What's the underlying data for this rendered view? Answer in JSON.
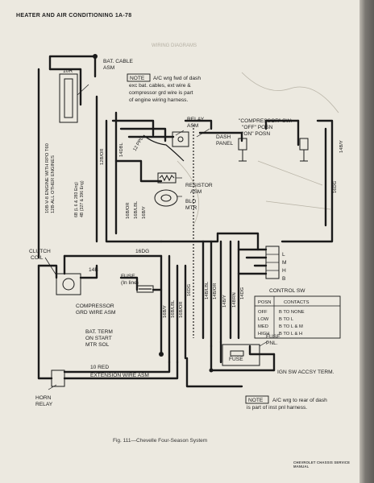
{
  "header": {
    "title": "HEATER AND AIR CONDITIONING  1A-78"
  },
  "caption": "Fig. 111—Chevelle Four-Season System",
  "footer": {
    "manual": "CHEVROLET CHASSIS SERVICE MANUAL"
  },
  "labels": {
    "wire_10r": "10R",
    "bat_cable_1": "BAT. CABLE",
    "bat_cable_2": "ASM",
    "engine_1": "10B-V-8 ENGINE WITH RPO T60",
    "engine_2": "12B-ALL OTHER ENGINES",
    "engine_3": "6B (L 6 & 283 Eng)",
    "engine_4": "4B (327 & 396 Eng)",
    "relay_1": "RELAY",
    "relay_2": "ASM",
    "dash_1": "DASH",
    "dash_2": "PANEL",
    "comp_sw_1": "\"COMPRESSOR\" SW:",
    "comp_sw_2": "\"OFF\" POSN",
    "comp_sw_3": "\"ON\" POSN",
    "w_12b_or": "12B/OR",
    "w_14dbl": "14DBL",
    "w_16b_or": "16B/OR",
    "w_16b_lbl": "16B/LBL",
    "w_16b_y": "16B/Y",
    "w_12ppl": "12 PPL",
    "w_16dg_right": "16DG",
    "w_14b_y_right": "14B/Y",
    "resistor_1": "RESISTOR",
    "resistor_2": "ASM",
    "blo_1": "BLO",
    "blo_2": "MTR",
    "clutch_1": "CLUTCH",
    "clutch_2": "COIL",
    "w_14b": "14B",
    "w_16dg": "16DG",
    "fuse_inline_1": "FUSE",
    "fuse_inline_2": "(In line)",
    "comp_grd_1": "COMPRESSOR",
    "comp_grd_2": "GRD WIRE ASM",
    "v_16b_y": "16B/Y",
    "v_16b_lbl": "16B/LBL",
    "v_16b_or": "16B/OR",
    "v_16dg": "16DG",
    "v_14b_lbl": "14B/LBL",
    "v_14b_or": "14B/OR",
    "v_14b_y": "14B/Y",
    "v_14brn": "14BRN",
    "v_14dg": "14DG",
    "bat_term_1": "BAT. TERM",
    "bat_term_2": "ON START",
    "bat_term_3": "MTR SOL",
    "red_10": "10 RED",
    "ext_wire": "EXTENSION WIRE ASM",
    "horn_1": "HORN",
    "horn_2": "RELAY",
    "fuse_pnl_1": "FUSE",
    "fuse_pnl_2": "PNL.",
    "fuse_small": "FUSE",
    "ign": "IGN SW ACCSY TERM.",
    "pin_l": "L",
    "pin_m": "M",
    "pin_h": "H",
    "pin_b": "B"
  },
  "notes": {
    "top": {
      "tag": "NOTE",
      "text_1": "A/C wrg fwd of dash",
      "text_2": "exc bat. cables, ext wire &",
      "text_3": "compressor grd wire is part",
      "text_4": "of engine wiring harness."
    },
    "bottom": {
      "tag": "NOTE",
      "text_1": "A/C wrg to rear of dash",
      "text_2": "is part of inst pnl harness."
    }
  },
  "control_switch": {
    "title": "CONTROL SW",
    "headers": [
      "POSN",
      "CONTACTS"
    ],
    "rows": [
      [
        "OFF",
        "B TO NONE"
      ],
      [
        "LOW",
        "B TO L"
      ],
      [
        "MED",
        "B TO L & M"
      ],
      [
        "HIGH",
        "B TO L & H"
      ]
    ]
  },
  "bleed_text": "WIRING DIAGRAMS",
  "colors": {
    "paper": "#ece9e0",
    "ink": "#1a1a1a",
    "background": "#6d6a66"
  }
}
